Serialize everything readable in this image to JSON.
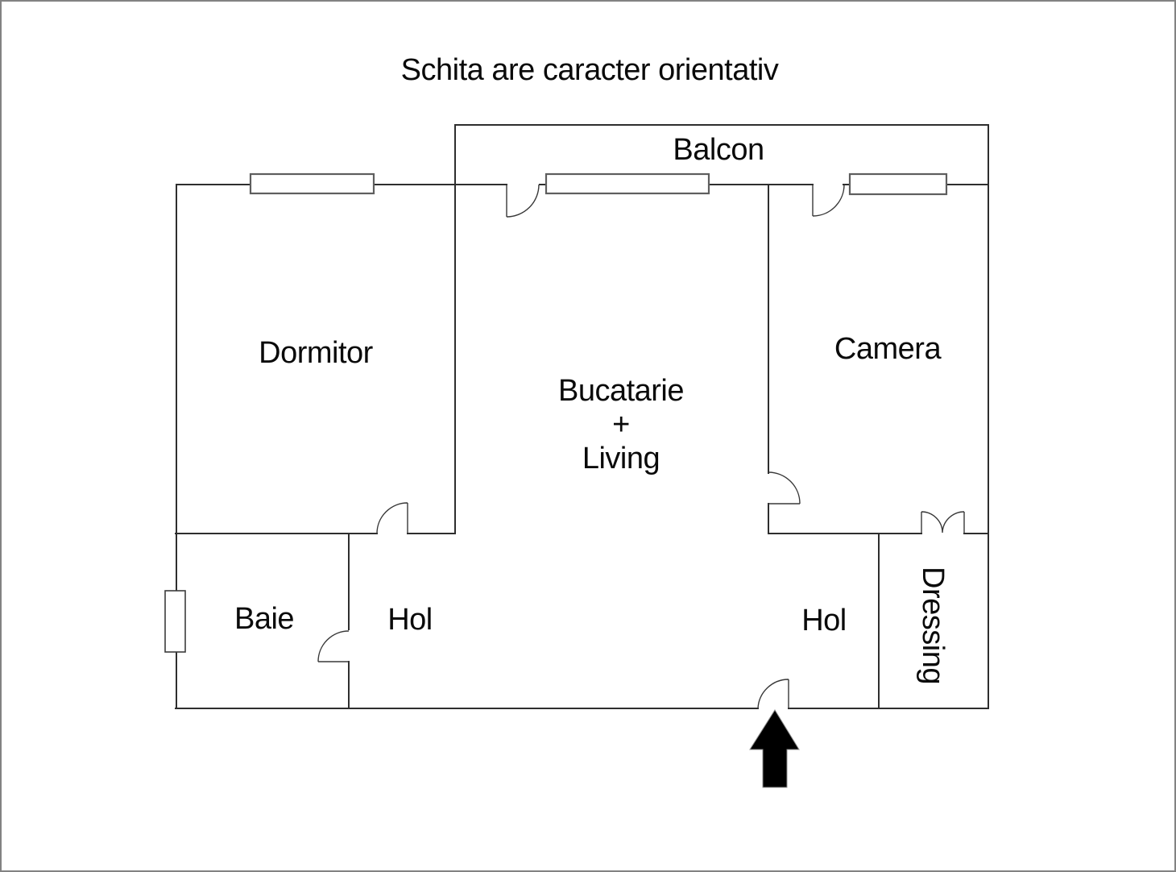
{
  "title": "Schita are caracter orientativ",
  "floorplan": {
    "rooms": {
      "balcon": "Balcon",
      "dormitor": "Dormitor",
      "bucatarie_living": {
        "line1": "Bucatarie",
        "line2": "+",
        "line3": "Living"
      },
      "camera": "Camera",
      "baie": "Baie",
      "hol_left": "Hol",
      "hol_right": "Hol",
      "dressing": "Dressing"
    },
    "entrance_arrow": "up-arrow",
    "colors": {
      "wall": "#2e2e2e",
      "door": "#383838",
      "window": "#5e5e5e",
      "arrow": "#000000",
      "page_border": "#828282",
      "text": "#0a0a0a",
      "background": "#ffffff"
    }
  }
}
